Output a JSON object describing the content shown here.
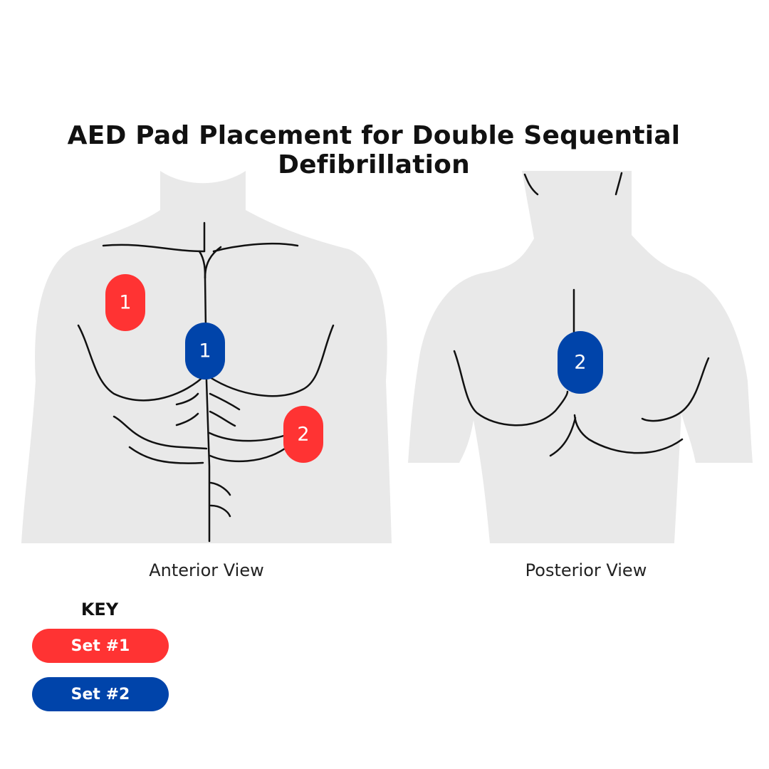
{
  "title": "AED Pad Placement for Double Sequential Defibrillation",
  "views": {
    "anterior": "Anterior View",
    "posterior": "Posterior View"
  },
  "pads": {
    "anterior_set1": "1",
    "anterior_set2": "1",
    "anterior_set1_lower": "2",
    "posterior_set2": "2"
  },
  "key": {
    "title": "KEY",
    "set1_label": "Set #1",
    "set2_label": "Set #2"
  },
  "colors": {
    "set1": "#ff3333",
    "set2": "#0044aa",
    "body": "#e9e9e9",
    "lines": "#111111"
  }
}
